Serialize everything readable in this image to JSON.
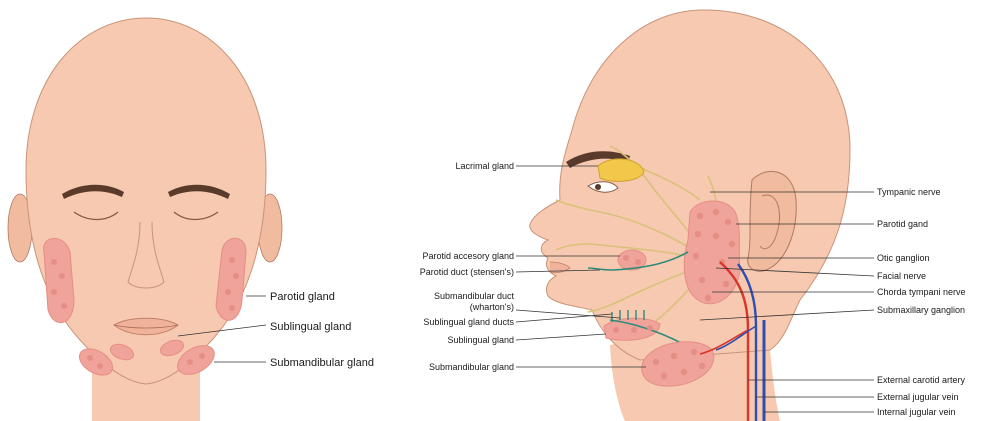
{
  "colors": {
    "skin": "#f6c9b0",
    "skin_shade": "#eab194",
    "outline": "#8a5a45",
    "eyebrow": "#5a3a2a",
    "gland": "#f0a39a",
    "gland_lobule": "#e58e86",
    "lacrimal": "#f2c84b",
    "nerve": "#d9c27a",
    "duct": "#2e8b7a",
    "artery": "#d9352b",
    "vein": "#2e4fb0",
    "leader": "#333333"
  },
  "front_view": {
    "labels": {
      "parotid": "Parotid gland",
      "sublingual": "Sublingual gland",
      "submandibular": "Submandibular gland"
    }
  },
  "side_view": {
    "labels_left": {
      "lacrimal": "Lacrimal gland",
      "parotid_accessory": "Parotid accesory gland",
      "parotid_duct": "Parotid duct (stensen's)",
      "submandibular_duct_1": "Submandibular duct",
      "submandibular_duct_2": "(wharton's)",
      "sublingual_ducts": "Sublingual gland ducts",
      "sublingual": "Sublingual gland",
      "submandibular": "Submandibular gland"
    },
    "labels_right": {
      "tympanic_nerve": "Tympanic nerve",
      "parotid": "Parotid gand",
      "otic_ganglion": "Otic ganglion",
      "facial_nerve": "Facial nerve",
      "chorda_tympani": "Chorda tympani nerve",
      "submaxillary_ganglion": "Submaxillary ganglion",
      "external_carotid": "External carotid artery",
      "external_jugular": "External jugular vein",
      "internal_jugular": "Internal jugular vein"
    }
  }
}
